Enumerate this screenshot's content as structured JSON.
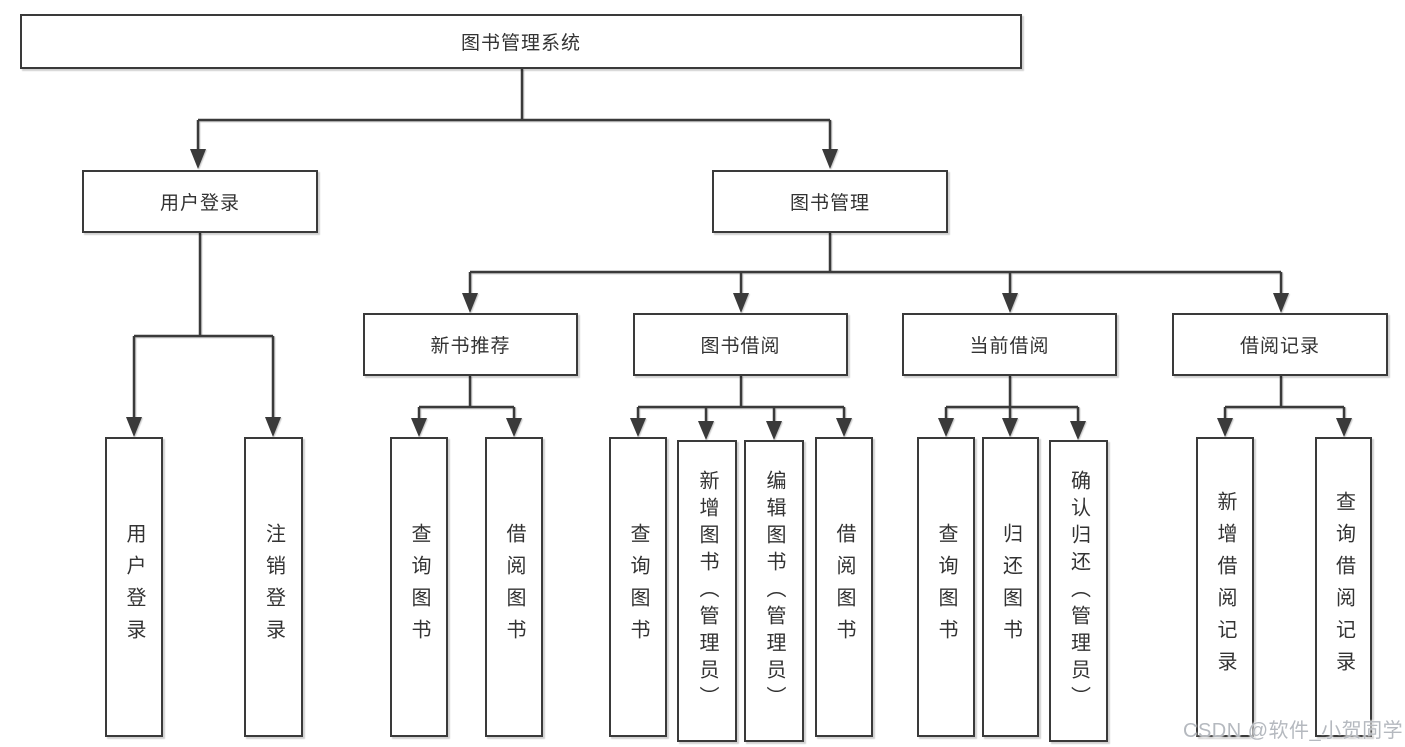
{
  "nodes": {
    "root": "图书管理系统",
    "user_login_group": "用户登录",
    "book_management": "图书管理",
    "new_book_recommend": "新书推荐",
    "book_borrow": "图书借阅",
    "current_borrow": "当前借阅",
    "borrow_records": "借阅记录",
    "leaf_user_login": "用户登录",
    "leaf_logout": "注销登录",
    "leaf_nbr_query_books": "查询图书",
    "leaf_nbr_borrow_books": "借阅图书",
    "leaf_bb_query_books": "查询图书",
    "leaf_bb_add_books": "新增图书（管理员）",
    "leaf_bb_edit_books": "编辑图书（管理员）",
    "leaf_bb_borrow_books": "借阅图书",
    "leaf_cb_query_books": "查询图书",
    "leaf_cb_return_books": "归还图书",
    "leaf_cb_confirm_return": "确认归还（管理员）",
    "leaf_br_add_record": "新增借阅记录",
    "leaf_br_query_record": "查询借阅记录"
  },
  "watermark": "CSDN @软件_小贺同学",
  "colors": {
    "line": "#3a3a3a",
    "text": "#333333",
    "box_background": "#ffffff",
    "watermark": "#b5b9bf"
  }
}
